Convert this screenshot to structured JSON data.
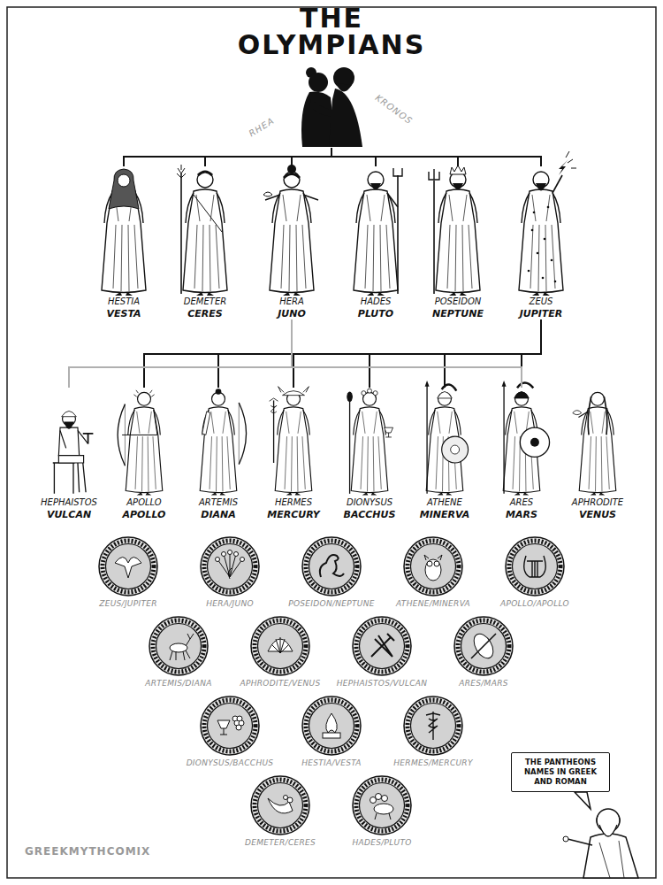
{
  "diagram": {
    "title": "THE OLYMPIANS",
    "nodes": [
      {
        "text": [
          "RHEA",
          "KRONOS"
        ]
      },
      {
        "text": [
          "HESTIA",
          "VESTA"
        ]
      },
      {
        "text": [
          "DEMETER",
          "CERES"
        ]
      },
      {
        "text": [
          "HERA",
          "JUNO"
        ]
      },
      {
        "text": [
          "HADES",
          "PLUTO"
        ]
      },
      {
        "text": [
          "POSEIDON",
          "NEPTUNE"
        ]
      },
      {
        "text": [
          "ZEUS",
          "JUPITER"
        ]
      },
      {
        "text": [
          "HEPHAISTOS",
          "VULCAN"
        ]
      },
      {
        "text": [
          "APOLLO",
          "APOLLO"
        ]
      },
      {
        "text": [
          "ARTEMIS",
          "DIANA"
        ]
      },
      {
        "text": [
          "HERMES",
          "MERCURY"
        ]
      },
      {
        "text": [
          "DIONYSUS",
          "BACCHUS"
        ]
      },
      {
        "text": [
          "ATHENE",
          "MINERVA"
        ]
      },
      {
        "text": [
          "ARES",
          "MARS"
        ]
      },
      {
        "text": [
          "APHRODITE",
          "VENUS"
        ]
      },
      {
        "text": [
          "ZEUS/JUPITER"
        ]
      },
      {
        "text": [
          "HERA/JUNO"
        ]
      },
      {
        "text": [
          "POSEIDON/NEPTUNE"
        ]
      },
      {
        "text": [
          "ATHENE/MINERVA"
        ]
      },
      {
        "text": [
          "APOLLO/APOLLO"
        ]
      },
      {
        "text": [
          "ARTEMIS/DIANA"
        ]
      },
      {
        "text": [
          "APHRODITE/VENUS"
        ]
      },
      {
        "text": [
          "HEPHAISTOS/VULCAN"
        ]
      },
      {
        "text": [
          "ARES/MARS"
        ]
      },
      {
        "text": [
          "DIONYSUS/BACCHUS"
        ]
      },
      {
        "text": [
          "HESTIA/VESTA"
        ]
      },
      {
        "text": [
          "HERMES/MERCURY"
        ]
      },
      {
        "text": [
          "DEMETER/CERES"
        ]
      },
      {
        "text": [
          "HADES/PLUTO"
        ]
      },
      {
        "text": [
          "THE PANTHEONS NAMES IN GREEK AND ROMAN"
        ]
      }
    ],
    "edges": [
      {
        "from": 0,
        "to": 1,
        "arrow": "none"
      },
      {
        "from": 0,
        "to": 2,
        "arrow": "none"
      },
      {
        "from": 0,
        "to": 3,
        "arrow": "none"
      },
      {
        "from": 0,
        "to": 4,
        "arrow": "none"
      },
      {
        "from": 0,
        "to": 5,
        "arrow": "none"
      },
      {
        "from": 0,
        "to": 6,
        "arrow": "none"
      },
      {
        "from": 6,
        "to": 8,
        "arrow": "none"
      },
      {
        "from": 6,
        "to": 9,
        "arrow": "none"
      },
      {
        "from": 6,
        "to": 10,
        "arrow": "none"
      },
      {
        "from": 6,
        "to": 11,
        "arrow": "none"
      },
      {
        "from": 6,
        "to": 12,
        "arrow": "none"
      },
      {
        "from": 6,
        "to": 13,
        "arrow": "none"
      },
      {
        "from": 3,
        "to": 7,
        "arrow": "none"
      },
      {
        "from": 3,
        "to": 13,
        "arrow": "none"
      }
    ],
    "labels": [
      "GREEKMYTHCOMIX"
    ]
  }
}
